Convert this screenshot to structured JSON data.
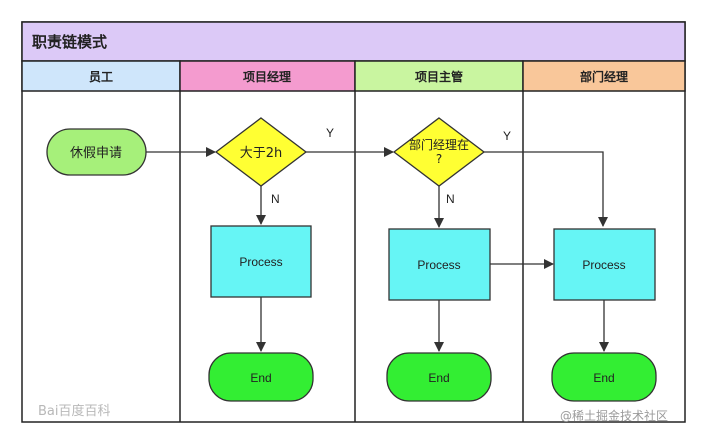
{
  "diagram": {
    "title": "职责链模式",
    "lanes": [
      {
        "label": "员工",
        "color": "#cfe6fb"
      },
      {
        "label": "项目经理",
        "color": "#f49bcf"
      },
      {
        "label": "项目主管",
        "color": "#c9f5a0"
      },
      {
        "label": "部门经理",
        "color": "#f9c79a"
      }
    ],
    "title_bar_color": "#dcc9f7",
    "nodes": {
      "start": {
        "text": "休假申请",
        "color": "#a6f07a"
      },
      "decision1": {
        "text": "大于2h",
        "color": "#ffff33"
      },
      "decision2": {
        "line1": "部门经理在",
        "line2": "?",
        "color": "#ffff33"
      },
      "process": {
        "text": "Process",
        "color": "#66f5f5"
      },
      "end": {
        "text": "End",
        "color": "#33ee33"
      }
    },
    "edge_labels": {
      "yes": "Y",
      "no": "N"
    }
  },
  "watermarks": {
    "left": "Bai百度百科",
    "right": "@稀土掘金技术社区"
  }
}
